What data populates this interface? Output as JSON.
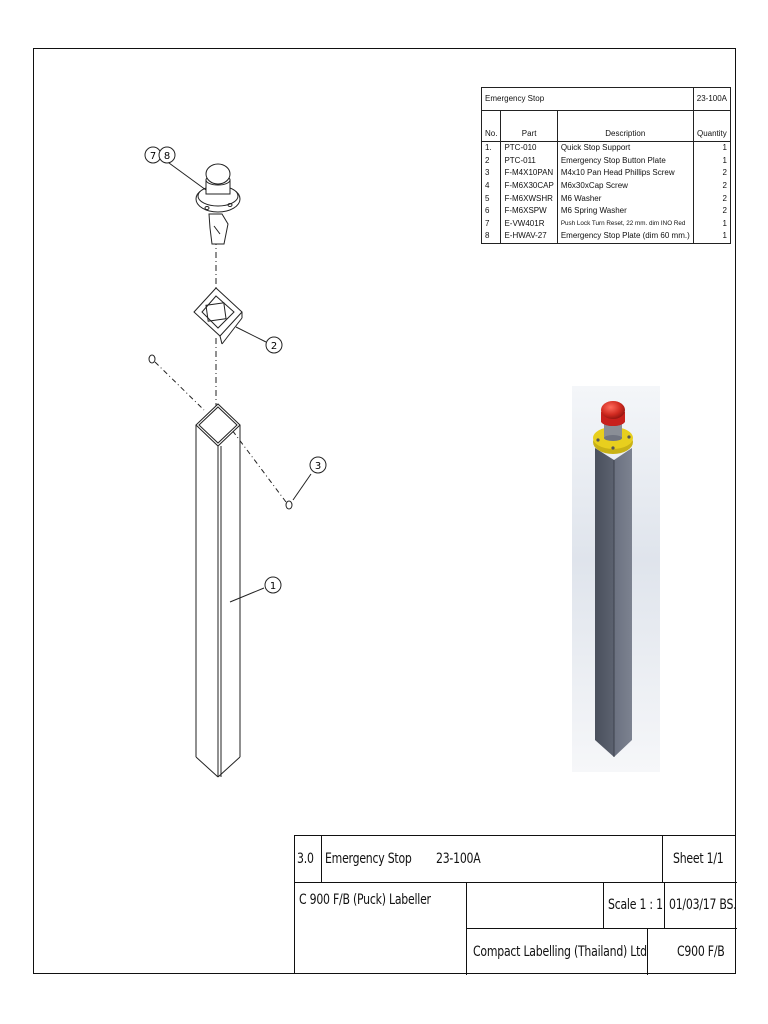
{
  "bom": {
    "title": "Emergency Stop",
    "code": "23-100A",
    "headers": {
      "no": "No.",
      "part": "Part",
      "description": "Description",
      "quantity": "Quantity"
    },
    "rows": [
      {
        "no": "1.",
        "part": "PTC-010",
        "description": "Quick Stop Support",
        "quantity": "1"
      },
      {
        "no": "2",
        "part": "PTC-011",
        "description": "Emergency Stop Button Plate",
        "quantity": "1"
      },
      {
        "no": "3",
        "part": "F-M4X10PAN",
        "description": "M4x10 Pan Head Phillips Screw",
        "quantity": "2"
      },
      {
        "no": "4",
        "part": "F-M6X30CAP",
        "description": "M6x30xCap Screw",
        "quantity": "2"
      },
      {
        "no": "5",
        "part": "F-M6XWSHR",
        "description": "M6 Washer",
        "quantity": "2"
      },
      {
        "no": "6",
        "part": "F-M6XSPW",
        "description": "M6 Spring Washer",
        "quantity": "2"
      },
      {
        "no": "7",
        "part": "E-VW401R",
        "description": "Push Lock Turn Reset, 22 mm. dim INO Red",
        "quantity": "1"
      },
      {
        "no": "8",
        "part": "E-HWAV-27",
        "description": "Emergency Stop Plate (dim 60 mm.)",
        "quantity": "1"
      }
    ]
  },
  "balloons": {
    "b7": "7",
    "b8": "8",
    "b2": "2",
    "b3": "3",
    "b1": "1"
  },
  "title_block": {
    "section": "3.0",
    "title": "Emergency Stop",
    "code": "23-100A",
    "sheet": "Sheet 1/1",
    "machine": "C 900 F/B (Puck) Labeller",
    "scale": "Scale 1 : 1",
    "date": "01/03/17 BS.",
    "company": "Compact Labelling (Thailand) Ltd.",
    "model": "C900 F/B"
  },
  "colors": {
    "button_red": "#c8201c",
    "plate_yellow": "#e8cf1e",
    "post_grey": "#5a6070"
  }
}
